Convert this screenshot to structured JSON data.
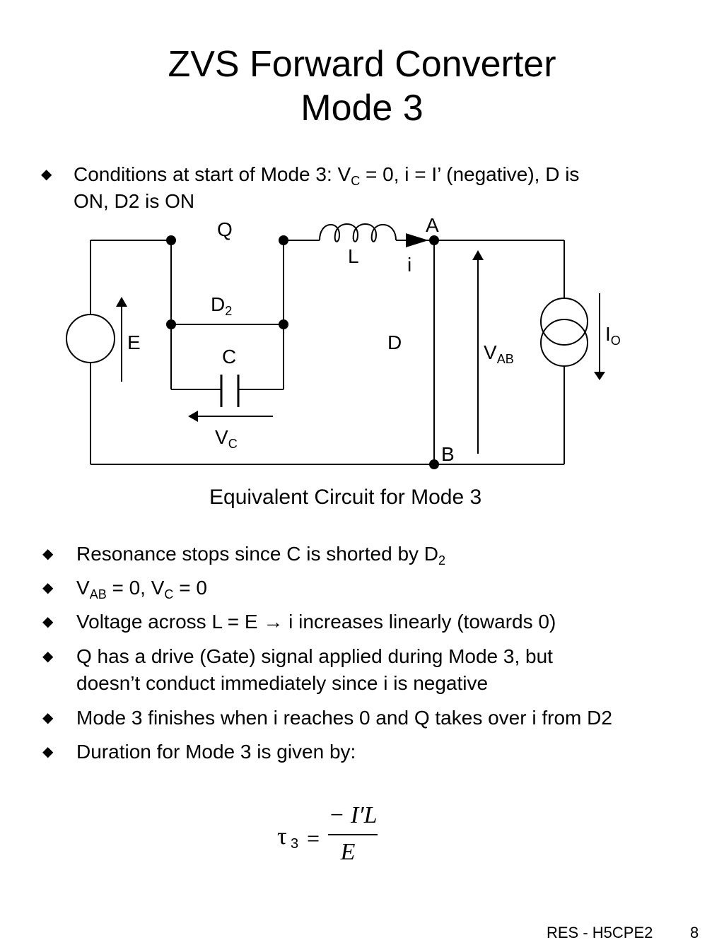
{
  "title": {
    "line1": "ZVS Forward Converter",
    "line2": "Mode 3"
  },
  "intro_bullet": {
    "part1": "Conditions at start of Mode 3: V",
    "sub1": "C",
    "part2": " = 0, i = I’ (negative), D is",
    "line2": "ON, D2 is ON"
  },
  "circuit": {
    "labels": {
      "Q": "Q",
      "A": "A",
      "L": "L",
      "i": "i",
      "D2_main": "D",
      "D2_sub": "2",
      "E": "E",
      "D": "D",
      "C": "C",
      "VAB_main": "V",
      "VAB_sub": "AB",
      "IO_main": "I",
      "IO_sub": "O",
      "VC_main": "V",
      "VC_sub": "C",
      "B": "B"
    }
  },
  "caption": "Equivalent Circuit for Mode 3",
  "bullets": {
    "b1": {
      "text": "Resonance stops since C is shorted by D",
      "sub": "2"
    },
    "b2": {
      "p1": "V",
      "s1": "AB",
      "p2": " = 0, V",
      "s2": "C",
      "p3": " = 0"
    },
    "b3": {
      "text": "Voltage across L = E → i increases linearly (towards 0)"
    },
    "b4": {
      "line1": "Q has a drive (Gate) signal applied during Mode 3, but",
      "line2": "doesn’t conduct immediately since i is negative"
    },
    "b5": {
      "text": "Mode 3 finishes when i reaches 0 and Q takes over i from D2"
    },
    "b6": {
      "text": "Duration for Mode 3 is given by:"
    }
  },
  "formula": {
    "lhs": "τ",
    "lhs_sub": "3",
    "equals": "=",
    "numerator": "− I′L",
    "denominator": "E"
  },
  "footer": {
    "course": "RES - H5CPE2",
    "page": "8"
  }
}
